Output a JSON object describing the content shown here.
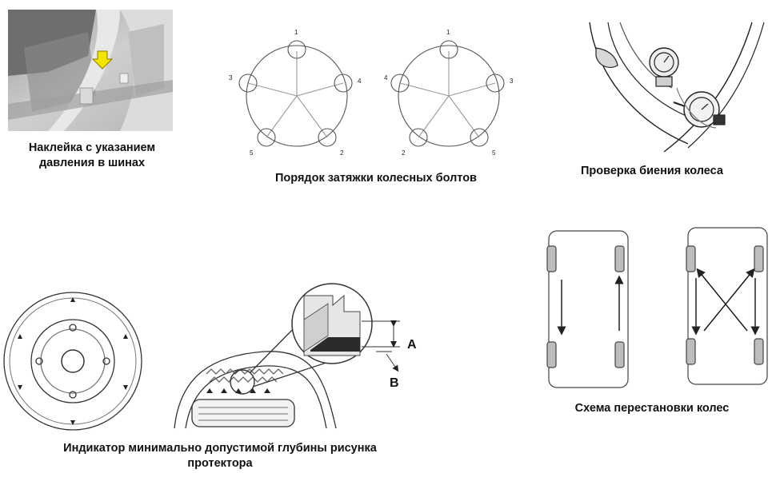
{
  "captions": {
    "tire_label": "Наклейка с указанием давления в шинах",
    "bolt_order": "Порядок затяжки колесных болтов",
    "runout": "Проверка биения колеса",
    "tread_indicator": "Индикатор минимально допустимой глубины рисунка протектора",
    "rotation": "Схема перестановки колес"
  },
  "bolt_patterns": {
    "left": [
      "1",
      "2",
      "3",
      "4",
      "5"
    ],
    "right": [
      "1",
      "2",
      "3",
      "4",
      "5"
    ]
  },
  "tread_labels": {
    "a": "A",
    "b": "B"
  },
  "colors": {
    "arrow": "#f2e600",
    "line": "#555555",
    "text": "#111111"
  }
}
